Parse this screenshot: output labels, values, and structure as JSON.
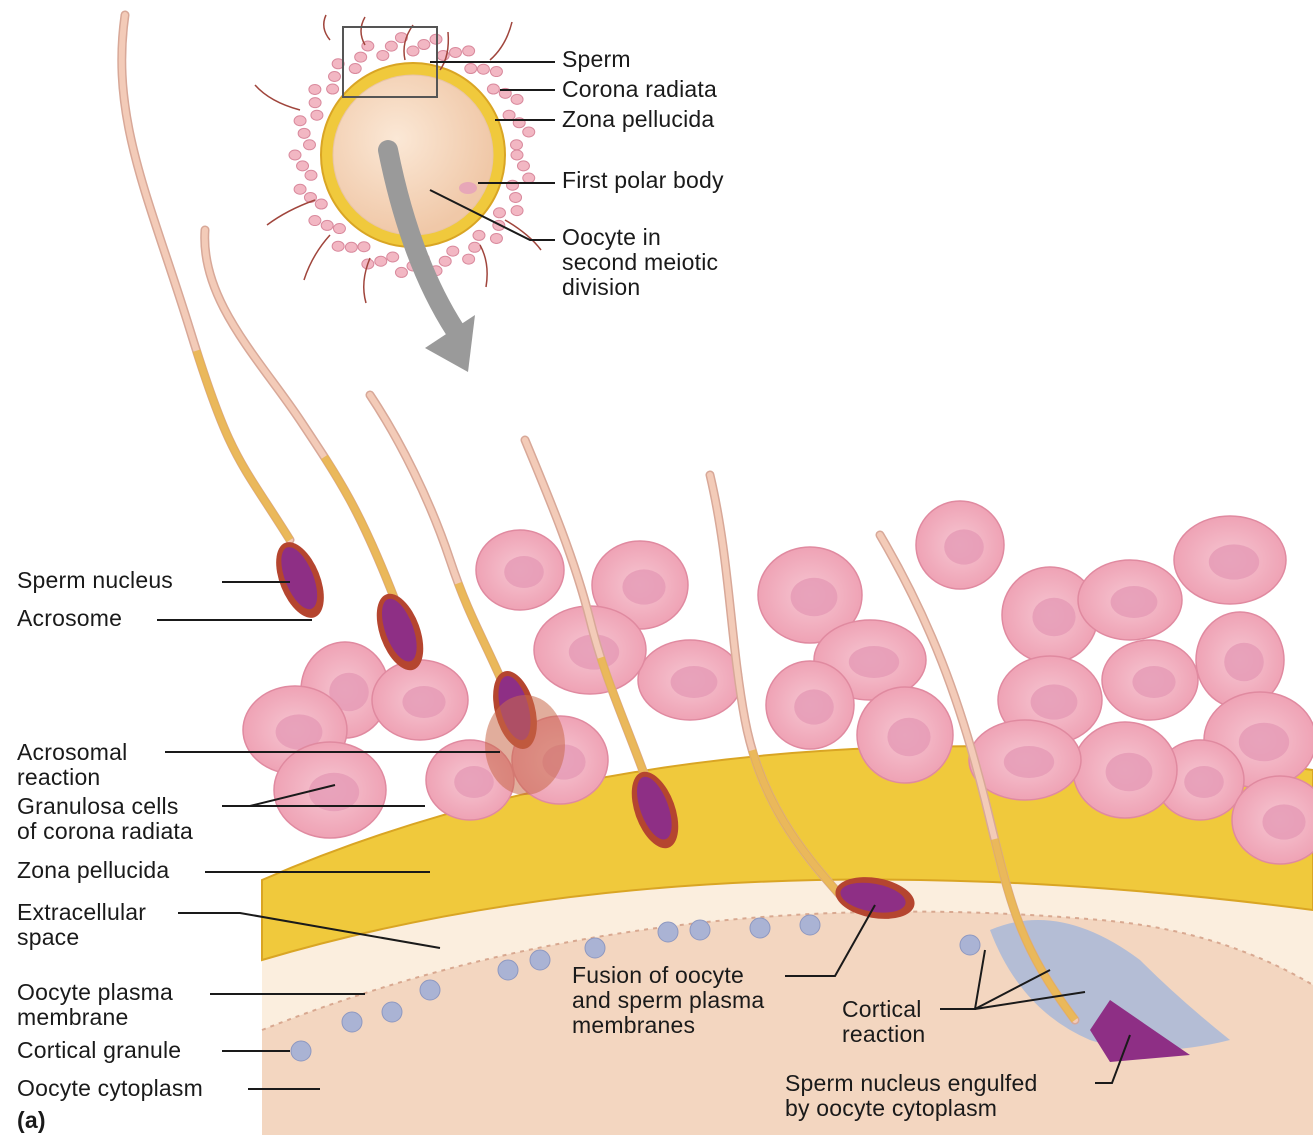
{
  "panel_letter": "(a)",
  "top_labels": {
    "sperm": "Sperm",
    "corona_radiata": "Corona radiata",
    "zona_pellucida": "Zona pellucida",
    "first_polar_body": "First polar body",
    "oocyte": "Oocyte in\nsecond meiotic\ndivision"
  },
  "left_labels": {
    "sperm_nucleus": "Sperm nucleus",
    "acrosome": "Acrosome",
    "acrosomal_reaction": "Acrosomal\nreaction",
    "granulosa_cells": "Granulosa cells\nof corona radiata",
    "zona_pellucida": "Zona pellucida",
    "extracellular_space": "Extracellular\nspace",
    "oocyte_plasma_membrane": "Oocyte plasma\nmembrane",
    "cortical_granule": "Cortical granule",
    "oocyte_cytoplasm": "Oocyte cytoplasm"
  },
  "bottom_labels": {
    "fusion": "Fusion of oocyte\nand sperm plasma\nmembranes",
    "cortical_reaction": "Cortical\nreaction",
    "sperm_nucleus_engulfed": "Sperm nucleus engulfed\nby oocyte cytoplasm"
  },
  "colors": {
    "cytoplasm": "#f3d6c0",
    "extracellular": "#fbeede",
    "zona": "#f0c93c",
    "granulosa": "#f2b7c3",
    "granulosa_nucleus": "#e59ab5",
    "sperm_nucleus": "#8e2f85",
    "acrosome": "#b5452f",
    "tail": "#f3cbb8",
    "midpiece": "#e8b54a",
    "cortical_granule": "#aab3d4",
    "cortical_reaction": "#a8b8d8",
    "leader": "#1a1a1a"
  }
}
